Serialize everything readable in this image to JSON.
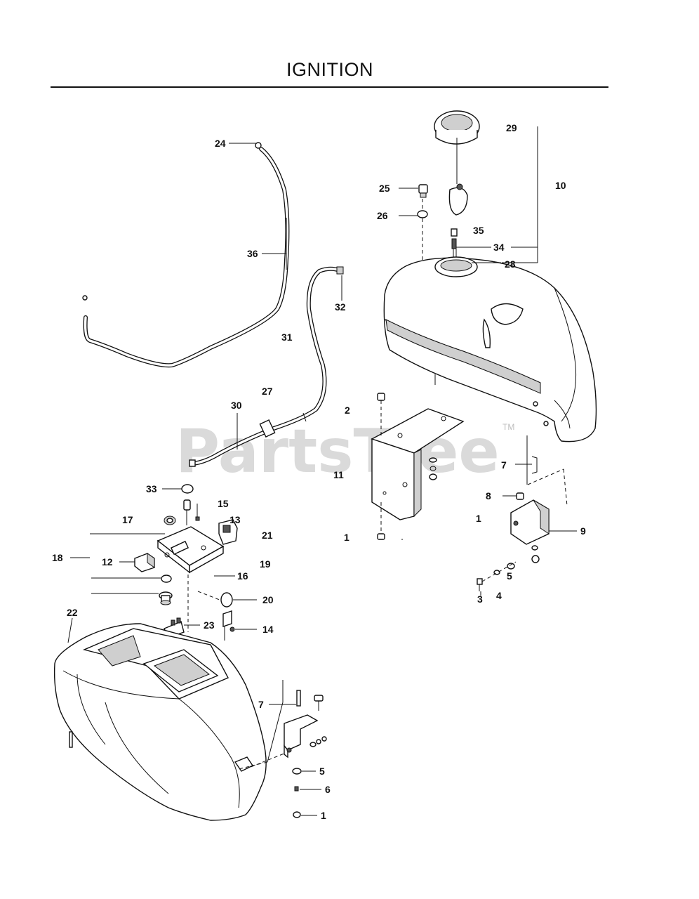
{
  "title": "IGNITION",
  "watermark": {
    "text": "PartsTree",
    "trademark": "TM"
  },
  "callouts": [
    {
      "id": "c-24",
      "label": "24"
    },
    {
      "id": "c-36",
      "label": "36"
    },
    {
      "id": "c-32",
      "label": "32"
    },
    {
      "id": "c-31",
      "label": "31"
    },
    {
      "id": "c-27",
      "label": "27"
    },
    {
      "id": "c-30",
      "label": "30"
    },
    {
      "id": "c-29",
      "label": "29"
    },
    {
      "id": "c-10",
      "label": "10"
    },
    {
      "id": "c-25",
      "label": "25"
    },
    {
      "id": "c-26",
      "label": "26"
    },
    {
      "id": "c-35",
      "label": "35"
    },
    {
      "id": "c-34",
      "label": "34"
    },
    {
      "id": "c-28",
      "label": "28"
    },
    {
      "id": "c-2",
      "label": "2"
    },
    {
      "id": "c-11",
      "label": "11"
    },
    {
      "id": "c-1a",
      "label": "1"
    },
    {
      "id": "c-7a",
      "label": "7"
    },
    {
      "id": "c-8",
      "label": "8"
    },
    {
      "id": "c-1b",
      "label": "1"
    },
    {
      "id": "c-9",
      "label": "9"
    },
    {
      "id": "c-5a",
      "label": "5"
    },
    {
      "id": "c-3",
      "label": "3"
    },
    {
      "id": "c-4",
      "label": "4"
    },
    {
      "id": "c-33",
      "label": "33"
    },
    {
      "id": "c-15",
      "label": "15"
    },
    {
      "id": "c-17",
      "label": "17"
    },
    {
      "id": "c-13",
      "label": "13"
    },
    {
      "id": "c-21",
      "label": "21"
    },
    {
      "id": "c-18",
      "label": "18"
    },
    {
      "id": "c-12",
      "label": "12"
    },
    {
      "id": "c-19",
      "label": "19"
    },
    {
      "id": "c-16",
      "label": "16"
    },
    {
      "id": "c-20",
      "label": "20"
    },
    {
      "id": "c-22",
      "label": "22"
    },
    {
      "id": "c-23",
      "label": "23"
    },
    {
      "id": "c-14",
      "label": "14"
    },
    {
      "id": "c-7b",
      "label": "7"
    },
    {
      "id": "c-5b",
      "label": "5"
    },
    {
      "id": "c-6",
      "label": "6"
    },
    {
      "id": "c-1c",
      "label": "1"
    }
  ]
}
